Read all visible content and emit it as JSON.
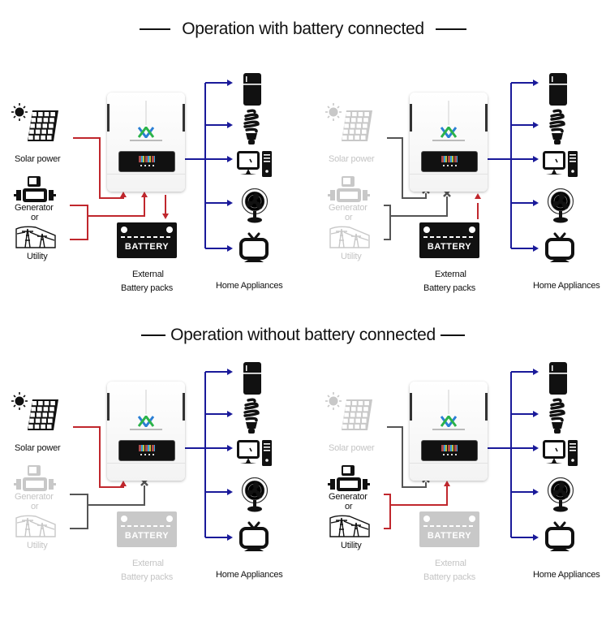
{
  "titles": {
    "top": "Operation with battery connected",
    "bottom": "Operation without battery connected"
  },
  "colors": {
    "active_line": "#c0272d",
    "inactive_line": "#555555",
    "output_line": "#1a1a9a",
    "dim_text": "#c4c4c4",
    "battery_active": "#111111",
    "battery_dim": "#c8c8c8"
  },
  "labels": {
    "solar": "Solar power",
    "generator": "Generator",
    "or": "or",
    "utility": "Utility",
    "external": "External",
    "battery_packs": "Battery packs",
    "home_appliances": "Home Appliances",
    "battery": "BATTERY"
  },
  "appliances": [
    "refrigerator",
    "light-bulb",
    "computer",
    "fan",
    "television"
  ],
  "panels": [
    {
      "id": "with-battery-solar-grid",
      "section": "with battery",
      "solar_active": true,
      "grid_active": true,
      "battery_present": true,
      "battery_flow": "charging",
      "solar_connected": true,
      "grid_connected": true
    },
    {
      "id": "with-battery-discharge",
      "section": "with battery",
      "solar_active": false,
      "grid_active": false,
      "battery_present": true,
      "battery_flow": "discharging",
      "solar_connected": false,
      "grid_connected": false
    },
    {
      "id": "without-battery-solar",
      "section": "without battery",
      "solar_active": true,
      "grid_active": false,
      "battery_present": false,
      "battery_flow": "none",
      "solar_connected": true,
      "grid_connected": false
    },
    {
      "id": "without-battery-grid",
      "section": "without battery",
      "solar_active": false,
      "grid_active": true,
      "battery_present": false,
      "battery_flow": "none",
      "solar_connected": false,
      "grid_connected": true
    }
  ]
}
